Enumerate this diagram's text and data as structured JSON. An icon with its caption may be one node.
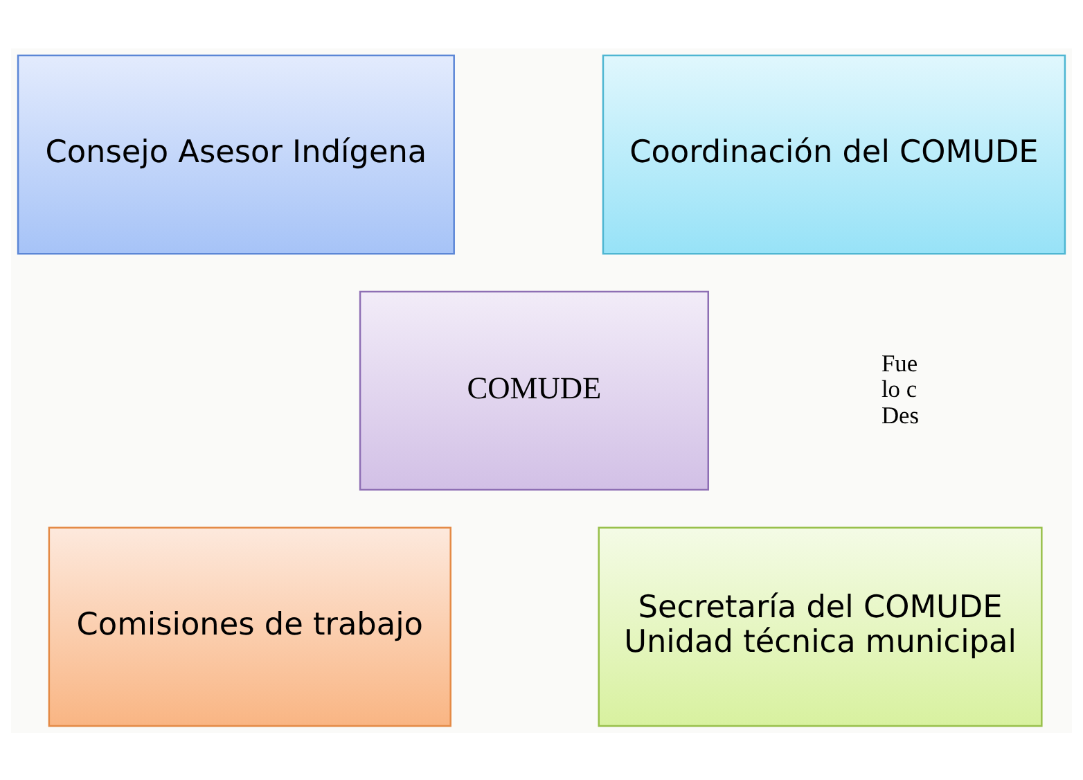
{
  "diagram": {
    "nodes": [
      {
        "text": [
          "Consejo Asesor Indígena"
        ]
      },
      {
        "text": [
          "Coordinación del COMUDE"
        ]
      },
      {
        "text": [
          "COMUDE"
        ]
      },
      {
        "text": [
          "Comisiones de trabajo"
        ]
      },
      {
        "text": [
          "Secretaría del COMUDE",
          "Unidad técnica municipal"
        ]
      }
    ],
    "edges": [],
    "labels": [
      "Fue",
      "lo c",
      "Des"
    ]
  }
}
